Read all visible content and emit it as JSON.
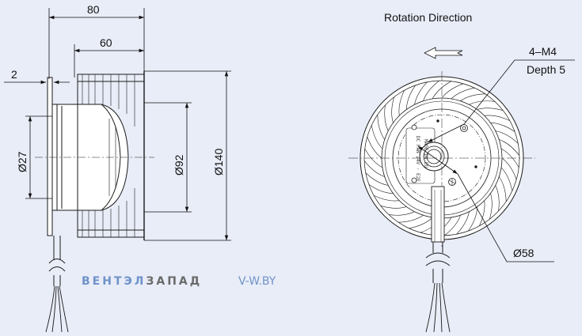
{
  "dimensions": {
    "overall_length": "80",
    "body_length": "60",
    "flange_thickness": "2",
    "shaft_dia": "Ø27",
    "inner_dia": "Ø92",
    "outer_dia": "Ø140",
    "pcd": "Ø58"
  },
  "labels": {
    "rotation": "Rotation  Direction",
    "hole_spec": "4–M4",
    "depth": "Depth 5"
  },
  "watermark": {
    "brand_a": "ВЕНТЭЛ",
    "brand_b": "ЗАПАД",
    "site": "V-W.BY",
    "color_a": "#6f93c9",
    "color_b": "#6a6a6a"
  },
  "colors": {
    "background": "#e9edf8",
    "line": "#1a1a1a",
    "fill": "#ffffff"
  }
}
